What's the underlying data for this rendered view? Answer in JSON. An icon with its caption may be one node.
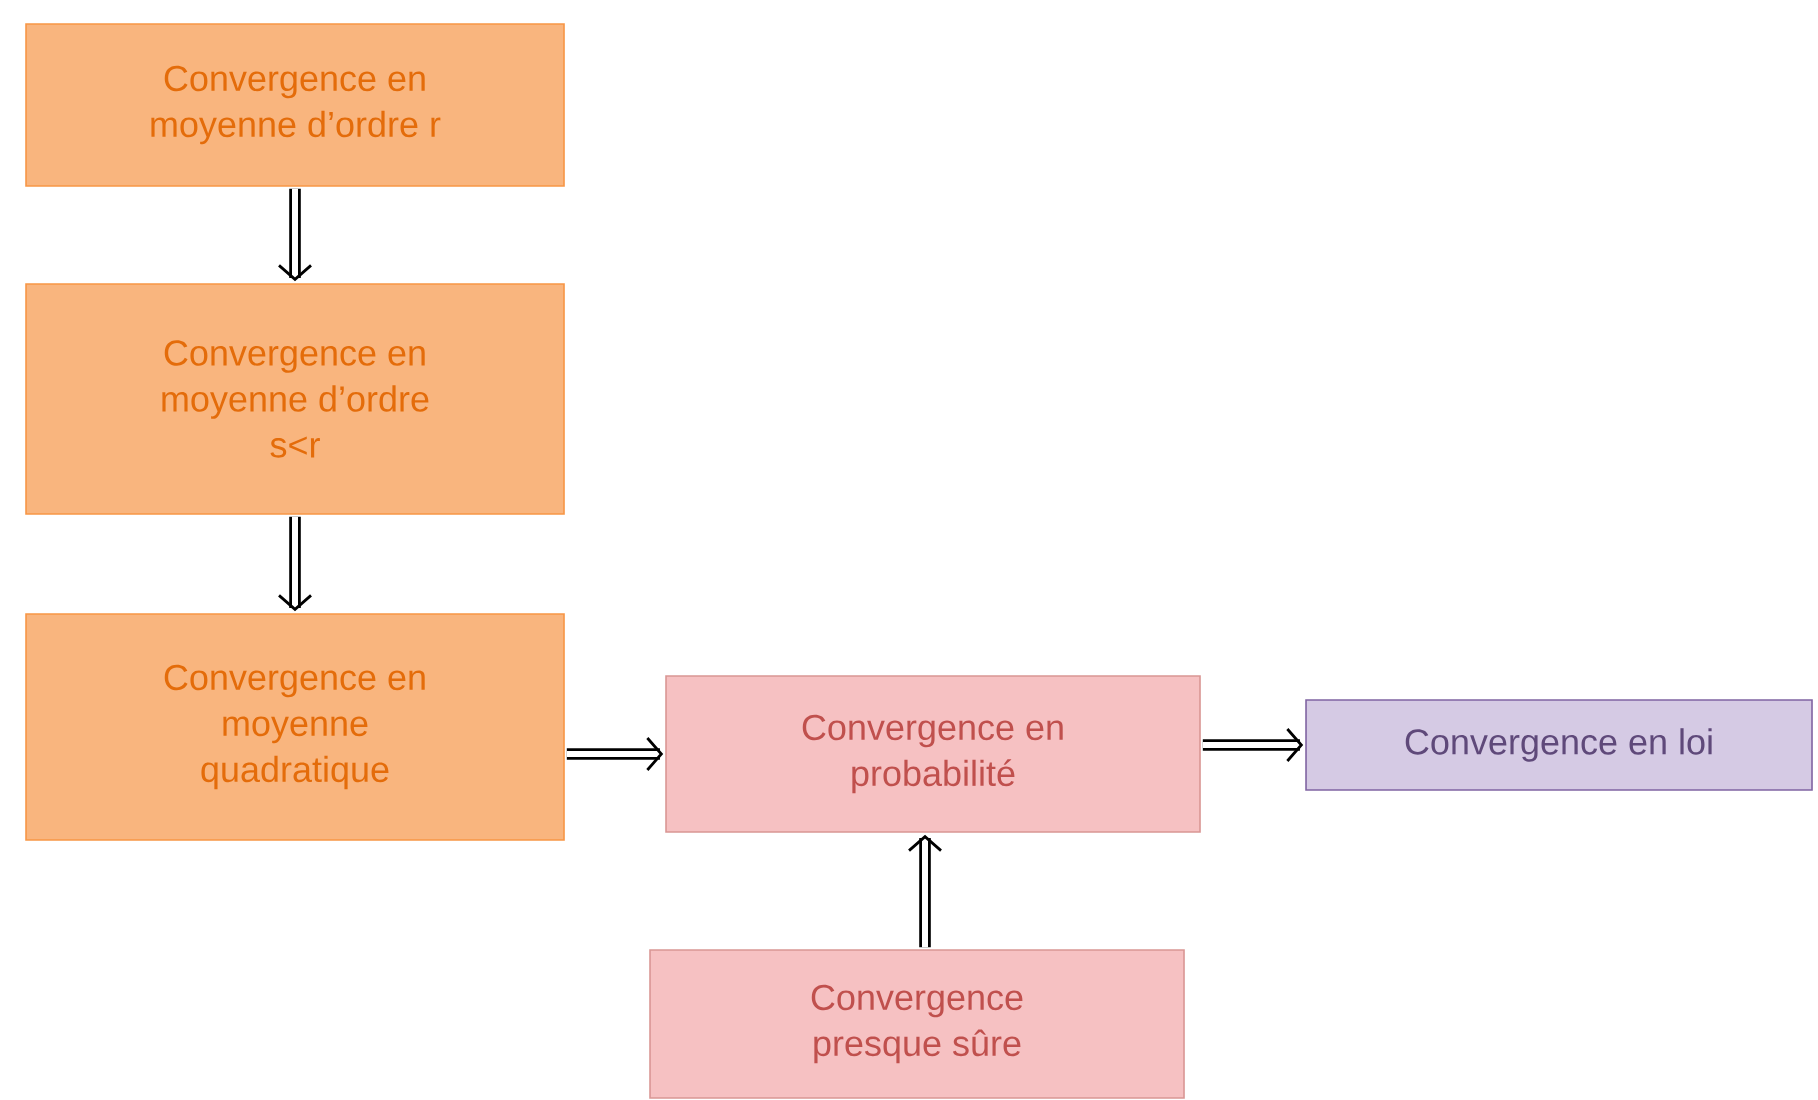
{
  "diagram": {
    "nodes": [
      {
        "text": [
          "Convergence en moyenne d’ordre r"
        ]
      },
      {
        "text": [
          "Convergence en moyenne d’ordre s<r"
        ]
      },
      {
        "text": [
          "Convergence en moyenne quadratique"
        ]
      },
      {
        "text": [
          "Convergence en probabilité"
        ]
      },
      {
        "text": [
          "Convergence en loi"
        ]
      },
      {
        "text": [
          "Convergence presque sûre"
        ]
      }
    ],
    "edges": [
      {
        "from": 0,
        "to": 1,
        "arrow": "to"
      },
      {
        "from": 1,
        "to": 2,
        "arrow": "to"
      },
      {
        "from": 2,
        "to": 3,
        "arrow": "to"
      },
      {
        "from": 3,
        "to": 4,
        "arrow": "to"
      },
      {
        "from": 5,
        "to": 3,
        "arrow": "to"
      }
    ]
  }
}
